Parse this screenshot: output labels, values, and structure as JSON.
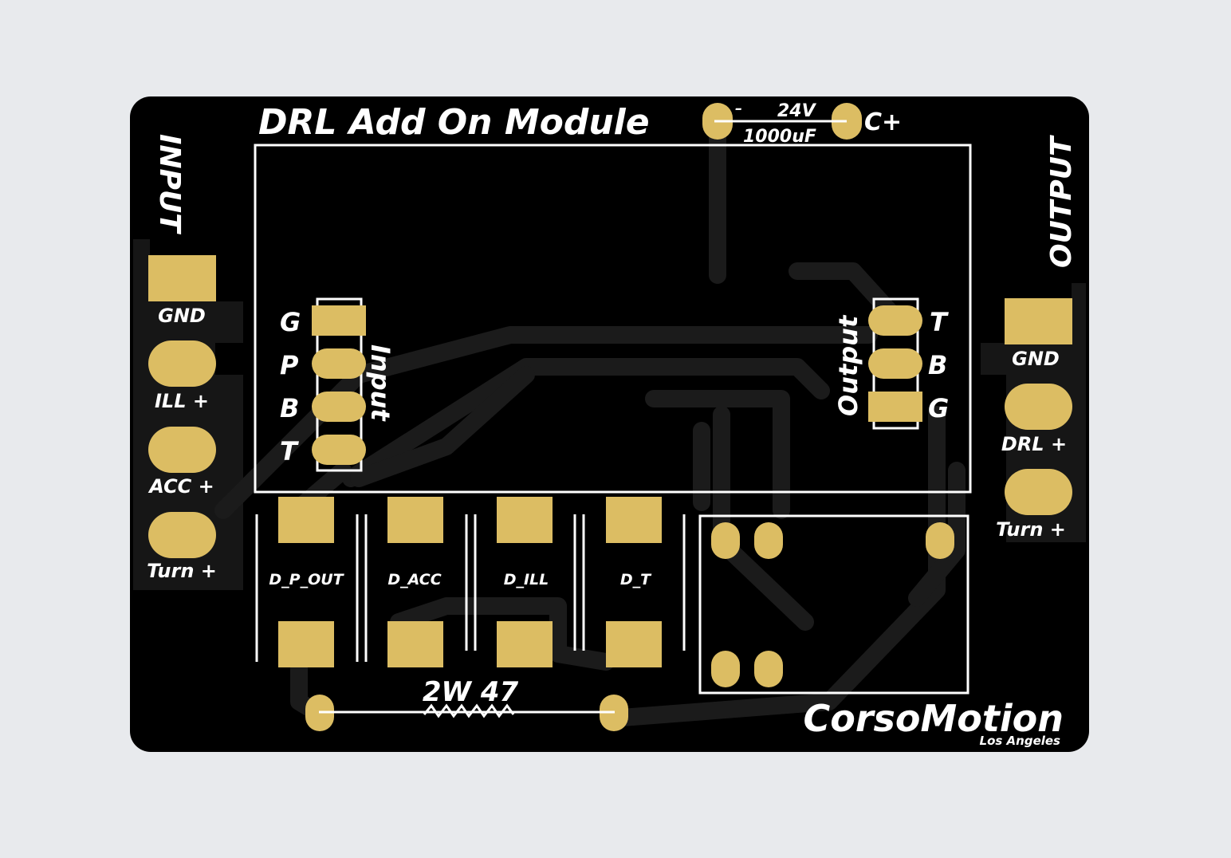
{
  "board": {
    "title": "DRL Add On Module",
    "brand": "CorsoMotion",
    "brand_sub": "Los Angeles",
    "colors": {
      "board": "#000000",
      "copper_trace": "#1a1a1a",
      "pad": "#dcbd63",
      "silkscreen": "#ffffff",
      "background": "#e8eaed"
    }
  },
  "input_connector": {
    "heading": "INPUT",
    "labels": [
      "GND",
      "ILL +",
      "ACC +",
      "Turn +"
    ]
  },
  "output_connector": {
    "heading": "OUTPUT",
    "labels": [
      "GND",
      "DRL +",
      "Turn +"
    ]
  },
  "module_input": {
    "heading": "Input",
    "pins": [
      "G",
      "P",
      "B",
      "T"
    ]
  },
  "module_output": {
    "heading": "Output",
    "pins": [
      "T",
      "B",
      "G"
    ]
  },
  "capacitor": {
    "minus": "–",
    "voltage": "24V",
    "capacitance": "1000uF",
    "ref": "C+"
  },
  "diodes": [
    "D_P_OUT",
    "D_ACC",
    "D_ILL",
    "D_T"
  ],
  "resistor": {
    "label": "2W 47"
  }
}
